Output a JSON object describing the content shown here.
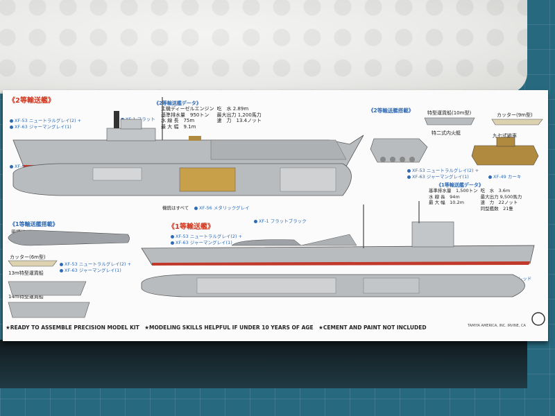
{
  "panel": {
    "title_main": "《2等輸送艦》",
    "data_header": "《2等輸送艦データ》",
    "data_rows": [
      [
        "主機ディーゼルエンジン",
        "吃　水 2.89m"
      ],
      [
        "基準排水量　950トン",
        "最大出力 1,200馬力"
      ],
      [
        "水 線 長　75m",
        "速　力　13.4ノット"
      ],
      [
        "最 大 幅　9.1m",
        ""
      ]
    ],
    "paint_top_left": [
      "XF-53 ニュートラルグレイ(2) +",
      "XF-63 ジャーマングレイ(1)"
    ],
    "paint_flat_black": "XF-1 フラット\nブラック",
    "paint_hull_red": "XF-9 ハルレッド",
    "deck_note": "機銃はすべて",
    "deck_note_paint": "XF-56 メタリックグレイ",
    "flat_black_center": "XF-1 フラットブラック",
    "carried_title_2": "《2等輸送艦搭載》",
    "boat_10m": "特型運貨船(10m型)",
    "boat_9m": "カッター(9m型)",
    "tank_ka": "特二式内火艇",
    "tank_97": "九七式戦車",
    "paint_tank_grey": [
      "XF-53 ニュートラルグレイ(2) +",
      "XF-63 ジャーマングレイ(1)"
    ],
    "paint_khaki": "XF-49 カーキ",
    "data_header_1": "《1等輸送艦データ》",
    "data_rows_1": [
      [
        "基準排水量　1,500トン",
        "吃　水　3.6m"
      ],
      [
        "水 線 長　94m",
        "最大出力 9,500馬力"
      ],
      [
        "最 大 幅　10.2m",
        "速　力　22ノット"
      ],
      [
        "",
        "同型艦数　21隻"
      ]
    ],
    "carried_title_1": "《1等輸送艦搭載》",
    "kouhyouteki": "甲標的",
    "cutter_6m": "カッター(6m型)",
    "paint_cutter": [
      "XF-53 ニュートラルグレイ(2) +",
      "XF-63 ジャーマングレイ(1)"
    ],
    "boat_13m": "13m特型運貨船",
    "boat_14m": "14m特型運貨船",
    "title_1": "《1等輸送艦》",
    "paint_1_hull": [
      "XF-53 ニュートラルグレイ(2) +",
      "XF-63 ジャーマングレイ(1)"
    ],
    "paint_1_red": "XF-9 ハルレッド",
    "bottom_text": "★READY TO ASSEMBLE PRECISION MODEL KIT　★MODELING SKILLS HELPFUL IF UNDER 10 YEARS OF AGE　★CEMENT AND PAINT NOT INCLUDED",
    "maker": "TAMIYA AMERICA, INC. IRVINE, CA"
  },
  "colors": {
    "ship_grey": "#b9bcbf",
    "hull_red": "#c0392b",
    "title_red": "#d2351b",
    "label_blue": "#2f6ab3",
    "khaki": "#b08a3e",
    "deck_tan": "#c9a04a"
  }
}
